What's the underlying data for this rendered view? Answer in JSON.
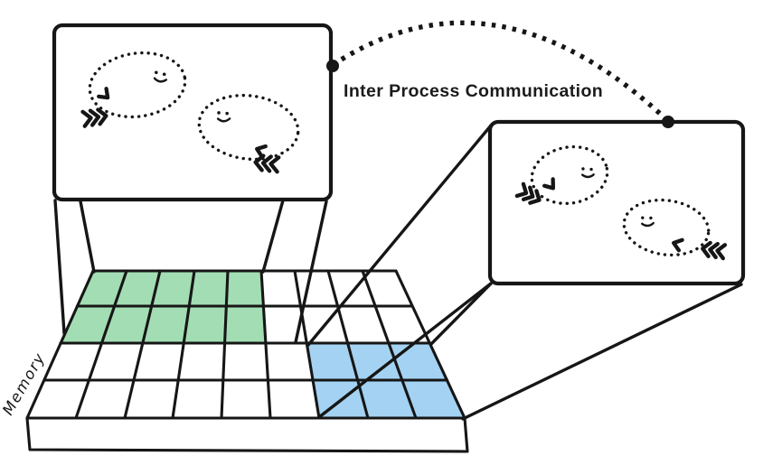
{
  "connection": {
    "label": "Inter Process Communication",
    "style": "dotted-arc-between-processes"
  },
  "memory": {
    "label": "Memory",
    "grid_rows": 4,
    "grid_columns": 9
  },
  "regions": {
    "process_a": {
      "rows": "1-2",
      "columns": "1-5",
      "color_name": "green"
    },
    "process_b": {
      "rows": "3-4",
      "columns": "7-9",
      "color_name": "blue"
    }
  },
  "processes": {
    "a": {
      "threads": 2
    },
    "b": {
      "threads": 2
    }
  },
  "colors": {
    "process_a_region": "#a3ddb4",
    "process_b_region": "#a4d2f2",
    "ink": "#161616",
    "background": "#ffffff"
  }
}
